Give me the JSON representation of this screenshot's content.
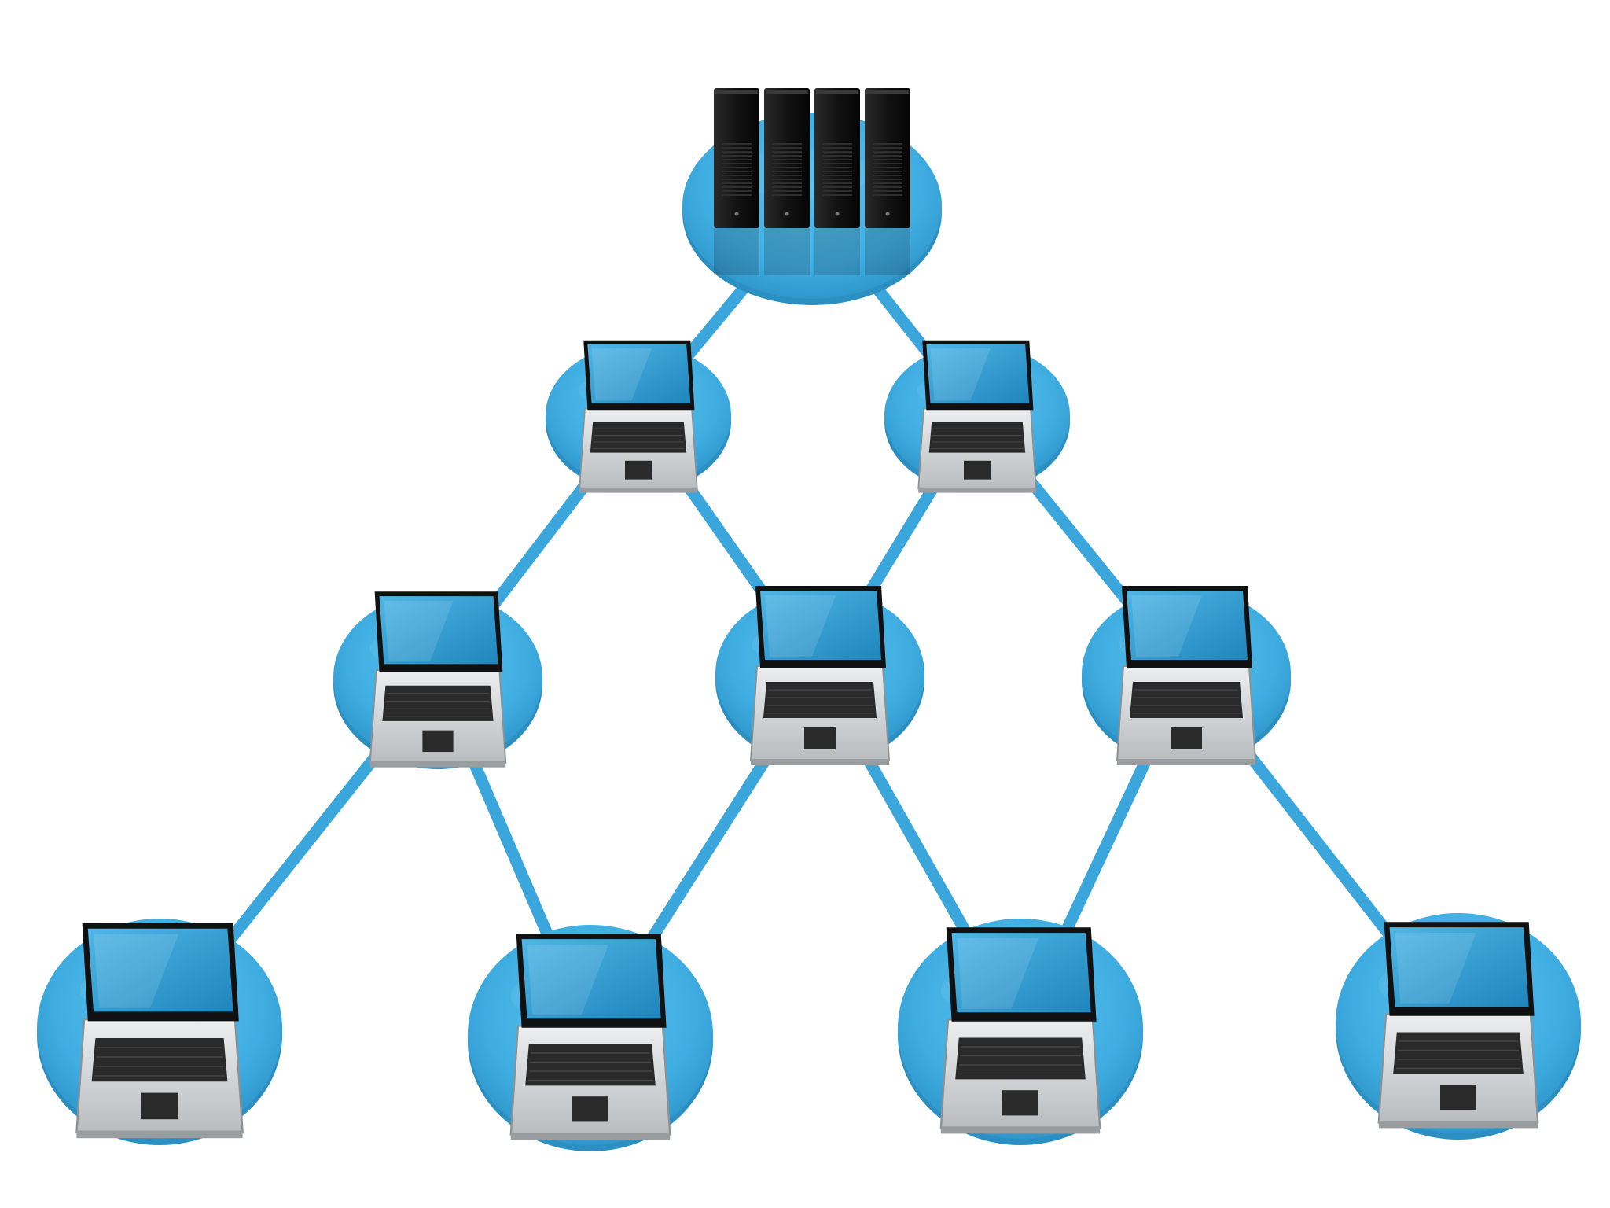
{
  "colors": {
    "background": "#ffffff",
    "platform": "#40aee2",
    "platform_edge": "#2b8fc2",
    "platform_highlight": "#6ec7ef",
    "link": "#3aa6dc",
    "server": "#141414",
    "server_highlight": "#3a3a3a",
    "laptop_screen": "#2f9fd6",
    "laptop_bezel": "#111111",
    "laptop_body": "#c9cbcd",
    "laptop_body_light": "#e4e6e8",
    "keyboard": "#2a2a2a"
  },
  "diagram": {
    "type": "network-tree",
    "root": {
      "kind": "server-rack",
      "icon": "server-rack-icon",
      "units": 4
    },
    "levels": [
      {
        "count": 2,
        "kind": "laptop",
        "icon": "laptop-icon"
      },
      {
        "count": 3,
        "kind": "laptop",
        "icon": "laptop-icon"
      },
      {
        "count": 4,
        "kind": "laptop",
        "icon": "laptop-icon"
      }
    ],
    "links": [
      [
        "server",
        "l1-1"
      ],
      [
        "server",
        "l1-2"
      ],
      [
        "l1-1",
        "l2-1"
      ],
      [
        "l1-1",
        "l2-2"
      ],
      [
        "l1-2",
        "l2-2"
      ],
      [
        "l1-2",
        "l2-3"
      ],
      [
        "l2-1",
        "l3-1"
      ],
      [
        "l2-1",
        "l3-2"
      ],
      [
        "l2-2",
        "l3-2"
      ],
      [
        "l2-2",
        "l3-3"
      ],
      [
        "l2-3",
        "l3-3"
      ],
      [
        "l2-3",
        "l3-4"
      ]
    ]
  }
}
